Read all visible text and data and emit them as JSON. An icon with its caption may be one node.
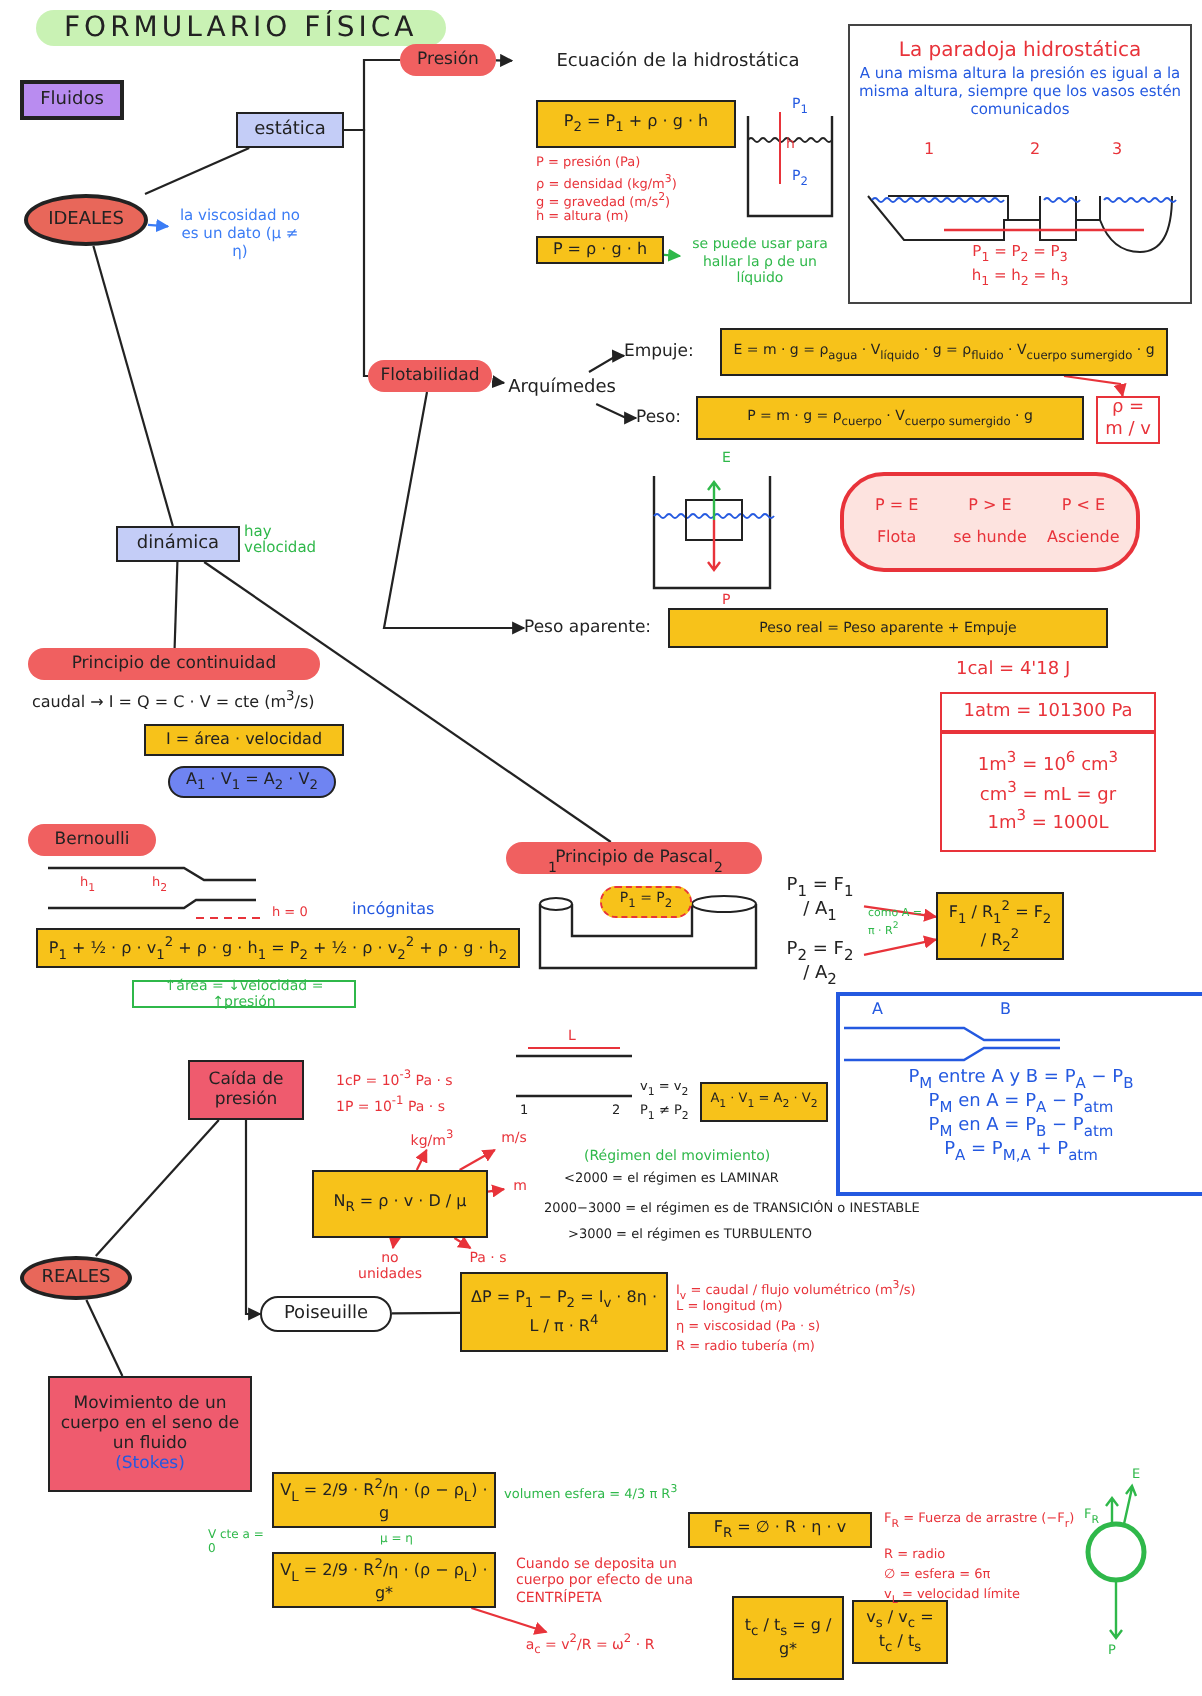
{
  "diagram": {
    "title": "FORMULARIO FÍSICA",
    "nodes": [
      {
        "text": [
          "Fluidos"
        ]
      },
      {
        "text": [
          "IDEALES"
        ]
      },
      {
        "text": [
          "estática"
        ]
      },
      {
        "text": [
          "la viscosidad no es un dato (μ ≠ η)"
        ]
      },
      {
        "text": [
          "Presión"
        ]
      },
      {
        "text": [
          "Ecuación de la hidrostática"
        ]
      },
      {
        "text": [
          "P$_{2}$ = P$_{1}$ + ρ · g · h"
        ]
      },
      {
        "text": [
          "P = ρ · g · h"
        ]
      },
      {
        "text": [
          "se puede usar para hallar la ρ de un líquido"
        ]
      },
      {
        "text": [
          "Flotabilidad"
        ]
      },
      {
        "text": [
          "Arquímedes"
        ]
      },
      {
        "text": [
          "Empuje:",
          "E = m · g = ρ$_{agua}$ · V$_{líquido}$ · g = ρ$_{fluido}$ · V$_{cuerpo sumergido}$ · g"
        ]
      },
      {
        "text": [
          "Peso:",
          "P = m · g = ρ$_{cuerpo}$ · V$_{cuerpo sumergido}$ · g"
        ]
      },
      {
        "text": [
          "ρ = m / v"
        ]
      },
      {
        "text": [
          "P = E",
          "Flota",
          "P > E",
          "se hunde",
          "P < E",
          "Asciende"
        ]
      },
      {
        "text": [
          "Peso aparente:",
          "Peso real = Peso aparente + Empuje"
        ]
      },
      {
        "text": [
          "dinámica"
        ],
        "beside": [
          "hay velocidad"
        ]
      },
      {
        "text": [
          "La paradoja hidrostática",
          "A una misma altura la presión es igual a la misma altura, siempre que los vasos estén comunicados",
          "P$_{1}$ = P$_{2}$ = P$_{3}$",
          "h$_{1}$ = h$_{2}$ = h$_{3}$"
        ]
      },
      {
        "text": [
          "1atm = 101300 Pa"
        ]
      },
      {
        "text": [
          "1m$^{3}$ = 10$^{6}$ cm$^{3}$",
          "cm$^{3}$ = mL = gr",
          "1m$^{3}$ = 1000L"
        ]
      },
      {
        "text": [
          "Principio de continuidad"
        ]
      },
      {
        "text": [
          "I = área · velocidad"
        ]
      },
      {
        "text": [
          "A$_{1}$ · V$_{1}$ = A$_{2}$ · V$_{2}$"
        ]
      },
      {
        "text": [
          "Bernoulli"
        ]
      },
      {
        "text": [
          "P$_{1}$ + ½ · ρ · v$_{1}$$^{2}$ + ρ · g · h$_{1}$ = P$_{2}$ + ½ · ρ · v$_{2}$$^{2}$ + ρ · g · h$_{2}$"
        ]
      },
      {
        "text": [
          "↑área = ↓velocidad = ↑presión"
        ]
      },
      {
        "text": [
          "Principio de Pascal"
        ]
      },
      {
        "text": [
          "P$_{1}$ = F$_{1}$ / A$_{1}$"
        ]
      },
      {
        "text": [
          "P$_{2}$ = F$_{2}$ / A$_{2}$"
        ]
      },
      {
        "text": [
          "F$_{1}$ / R$_{1}$$^{2}$ = F$_{2}$ / R$_{2}$$^{2}$"
        ]
      },
      {
        "text": [
          "P$_{M}$ entre A y B = P$_{A}$ − P$_{B}$",
          "P$_{M}$ en A = P$_{A}$ − P$_{atm}$",
          "P$_{M}$ en A = P$_{B}$ − P$_{atm}$",
          "P$_{A}$ = P$_{M,A}$ + P$_{atm}$"
        ]
      },
      {
        "text": [
          "REALES"
        ]
      },
      {
        "text": [
          "Caída de presión"
        ]
      },
      {
        "text": [
          "N$_{R}$ = ρ · v · D / μ"
        ]
      },
      {
        "text": [
          "kg/m$^{3}$"
        ]
      },
      {
        "text": [
          "m/s"
        ]
      },
      {
        "text": [
          "m"
        ]
      },
      {
        "text": [
          "Pa · s"
        ]
      },
      {
        "text": [
          "no unidades"
        ]
      },
      {
        "text": [
          "Poiseuille"
        ]
      },
      {
        "text": [
          "ΔP = P$_{1}$ − P$_{2}$ = I$_{v}$ · 8η · L / π · R$^{4}$"
        ]
      },
      {
        "text": [
          "Movimiento de un cuerpo en el seno de un fluido",
          "(Stokes)"
        ]
      },
      {
        "text": [
          "V$_{L}$ = 2/9 · R$^{2}$/η · (ρ − ρ$_{L}$) · g"
        ]
      },
      {
        "text": [
          "V$_{L}$ = 2/9 · R$^{2}$/η · (ρ − ρ$_{L}$) · g*"
        ]
      },
      {
        "text": [
          "a$_{c}$ = v$^{2}$/R = ω$^{2}$ · R"
        ]
      },
      {
        "text": [
          "F$_{R}$ = ∅ · R · η · v"
        ]
      },
      {
        "text": [
          "t$_{c}$ / t$_{s}$ = g / g*"
        ]
      },
      {
        "text": [
          "v$_{s}$ / v$_{c}$ = t$_{c}$ / t$_{s}$"
        ]
      },
      {
        "text": [
          "A$_{1}$ · V$_{1}$ = A$_{2}$ · V$_{2}$"
        ]
      },
      {
        "text": [
          "P$_{1}$ = P$_{2}$"
        ]
      }
    ],
    "edges": [
      {
        "from": 1,
        "to": 2,
        "arrow": "none"
      },
      {
        "from": 1,
        "to": 3,
        "arrow": "to",
        "color": "#3b7cf5"
      },
      {
        "from": 1,
        "to": 16,
        "arrow": "none"
      },
      {
        "from": 2,
        "to": 4,
        "arrow": "none"
      },
      {
        "from": 2,
        "to": 9,
        "arrow": "none"
      },
      {
        "from": 4,
        "to": 5,
        "arrow": "to"
      },
      {
        "from": 7,
        "to": 8,
        "arrow": "to",
        "color": "#2fb84a"
      },
      {
        "from": 9,
        "to": 10,
        "arrow": "to"
      },
      {
        "from": 10,
        "to": 11,
        "arrow": "to"
      },
      {
        "from": 10,
        "to": 12,
        "arrow": "to"
      },
      {
        "from": 9,
        "to": 15,
        "arrow": "to"
      },
      {
        "from": 11,
        "to": 13,
        "arrow": "to",
        "color": "#e8333a"
      },
      {
        "from": 16,
        "to": 20,
        "arrow": "none"
      },
      {
        "from": 16,
        "to": 26,
        "arrow": "none"
      },
      {
        "from": 27,
        "to": 29,
        "arrow": "to",
        "color": "#e8333a"
      },
      {
        "from": 28,
        "to": 29,
        "arrow": "to",
        "color": "#e8333a"
      },
      {
        "from": 31,
        "to": 32,
        "arrow": "none"
      },
      {
        "from": 31,
        "to": 41,
        "arrow": "none"
      },
      {
        "from": 32,
        "to": 39,
        "arrow": "to"
      },
      {
        "from": 39,
        "to": 40,
        "arrow": "none"
      },
      {
        "from": 33,
        "to": 34,
        "arrow": "to",
        "color": "#e8333a"
      },
      {
        "from": 33,
        "to": 35,
        "arrow": "to",
        "color": "#e8333a"
      },
      {
        "from": 33,
        "to": 36,
        "arrow": "to",
        "color": "#e8333a"
      },
      {
        "from": 33,
        "to": 37,
        "arrow": "to",
        "color": "#e8333a"
      },
      {
        "from": 33,
        "to": 38,
        "arrow": "to",
        "color": "#e8333a"
      },
      {
        "from": 43,
        "to": 44,
        "arrow": "to",
        "color": "#e8333a"
      }
    ],
    "labels": [
      "P = presión (Pa)",
      "ρ = densidad (kg/m$^{3}$)",
      "g = gravedad (m/s$^{2}$)",
      "h = altura (m)",
      "P$_{1}$",
      "h",
      "P$_{2}$",
      "1",
      "2",
      "3",
      "E",
      "P",
      "1cal = 4'18 J",
      "caudal → I = Q = C · V = cte (m$^{3}$/s)",
      "incógnitas",
      "h$_{1}$",
      "h$_{2}$",
      "h = 0",
      "1",
      "2",
      "como A = π · R$^{2}$",
      "A",
      "B",
      "1cP = 10$^{-3}$ Pa · s",
      "1P = 10$^{-1}$ Pa · s",
      "L",
      "1",
      "2",
      "v$_{1}$ = v$_{2}$",
      "P$_{1}$ ≠ P$_{2}$",
      "(Régimen del movimiento)",
      "<2000 = el régimen es LAMINAR",
      "2000−3000 = el régimen es de TRANSICIÓN o INESTABLE",
      ">3000 = el régimen es TURBULENTO",
      "I$_{v}$ = caudal / flujo volumétrico (m$^{3}$/s)",
      "L = longitud (m)",
      "η = viscosidad (Pa · s)",
      "R = radio tubería (m)",
      "volumen esfera = 4/3 π R$^{3}$",
      "V cte a = 0",
      "μ = η",
      "Cuando se deposita un cuerpo por efecto de una CENTRÍPETA",
      "F$_{R}$ = Fuerza de arrastre (−F$_{r}$)",
      "R = radio",
      "∅ = esfera = 6π",
      "v$_{L}$ = velocidad límite",
      "F$_{R}$",
      "E",
      "P"
    ]
  }
}
